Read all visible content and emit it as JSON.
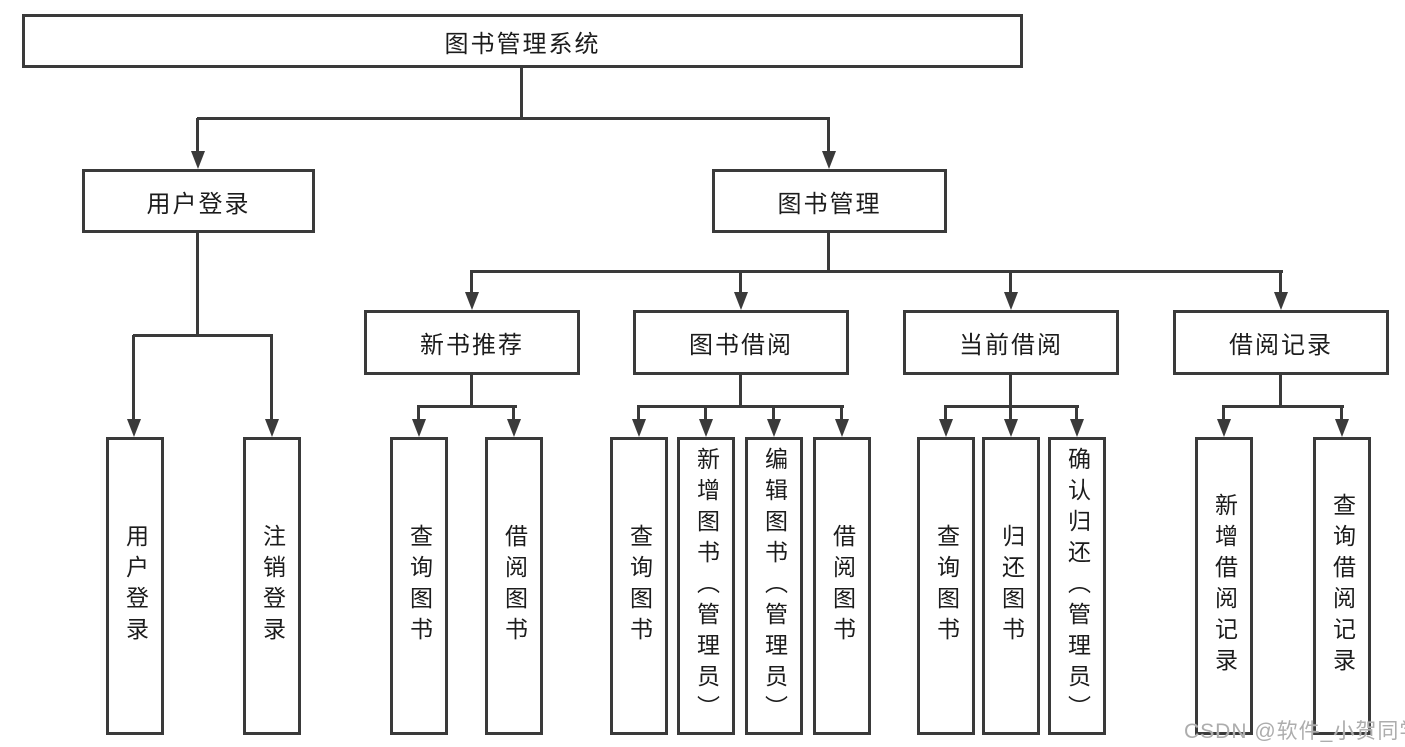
{
  "diagram": {
    "type": "hierarchy-tree",
    "title": "图书管理系统"
  },
  "nodes": {
    "root": {
      "label": "图书管理系统"
    },
    "user_login": {
      "label": "用户登录"
    },
    "book_mgmt": {
      "label": "图书管理"
    },
    "new_book_rec": {
      "label": "新书推荐"
    },
    "book_borrow": {
      "label": "图书借阅"
    },
    "current_borrow": {
      "label": "当前借阅"
    },
    "borrow_record": {
      "label": "借阅记录"
    },
    "leaf_user_login": {
      "label": "用户登录"
    },
    "leaf_logout": {
      "label": "注销登录"
    },
    "leaf_query_book_1": {
      "label": "查询图书"
    },
    "leaf_borrow_book_1": {
      "label": "借阅图书"
    },
    "leaf_query_book_2": {
      "label": "查询图书"
    },
    "leaf_add_book": {
      "label": "新增图书（管理员）"
    },
    "leaf_edit_book": {
      "label": "编辑图书（管理员）"
    },
    "leaf_borrow_book_2": {
      "label": "借阅图书"
    },
    "leaf_query_book_3": {
      "label": "查询图书"
    },
    "leaf_return_book": {
      "label": "归还图书"
    },
    "leaf_confirm_return": {
      "label": "确认归还（管理员）"
    },
    "leaf_add_record": {
      "label": "新增借阅记录"
    },
    "leaf_query_record": {
      "label": "查询借阅记录"
    }
  },
  "edges": [
    {
      "from": "root",
      "to": [
        "user_login",
        "book_mgmt"
      ]
    },
    {
      "from": "user_login",
      "to": [
        "leaf_user_login",
        "leaf_logout"
      ]
    },
    {
      "from": "book_mgmt",
      "to": [
        "new_book_rec",
        "book_borrow",
        "current_borrow",
        "borrow_record"
      ]
    },
    {
      "from": "new_book_rec",
      "to": [
        "leaf_query_book_1",
        "leaf_borrow_book_1"
      ]
    },
    {
      "from": "book_borrow",
      "to": [
        "leaf_query_book_2",
        "leaf_add_book",
        "leaf_edit_book",
        "leaf_borrow_book_2"
      ]
    },
    {
      "from": "current_borrow",
      "to": [
        "leaf_query_book_3",
        "leaf_return_book",
        "leaf_confirm_return"
      ]
    },
    {
      "from": "borrow_record",
      "to": [
        "leaf_add_record",
        "leaf_query_record"
      ]
    }
  ],
  "watermark": {
    "text": "CSDN @软件_小贺同学",
    "color": "#adadad"
  },
  "colors": {
    "line": "#3a3a3a",
    "text": "#1c1c1c",
    "background": "#ffffff"
  }
}
